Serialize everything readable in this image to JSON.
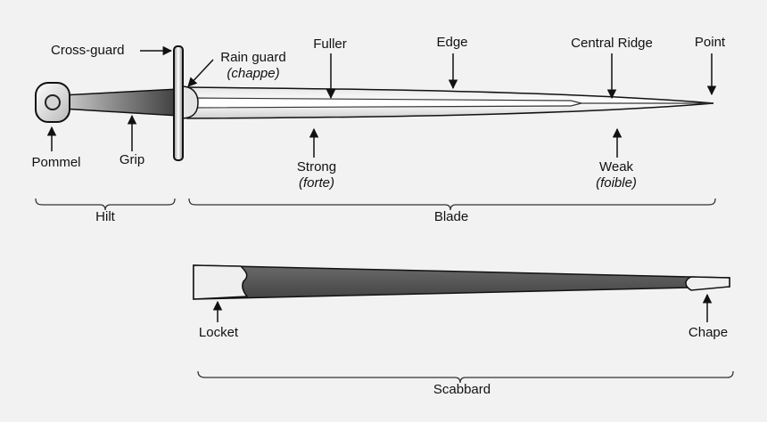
{
  "labels": {
    "cross_guard": "Cross-guard",
    "rain_guard": "Rain guard",
    "rain_guard_sub": "(chappe)",
    "fuller": "Fuller",
    "edge": "Edge",
    "central_ridge": "Central Ridge",
    "point": "Point",
    "pommel": "Pommel",
    "grip": "Grip",
    "strong": "Strong",
    "strong_sub": "(forte)",
    "weak": "Weak",
    "weak_sub": "(foible)",
    "hilt": "Hilt",
    "blade": "Blade",
    "locket": "Locket",
    "chape": "Chape",
    "scabbard": "Scabbard"
  },
  "colors": {
    "background": "#f2f2f2",
    "outline": "#111111",
    "dark_metal": "#555555",
    "blade_light": "#ffffff",
    "blade_shade": "#d8d8d8"
  }
}
